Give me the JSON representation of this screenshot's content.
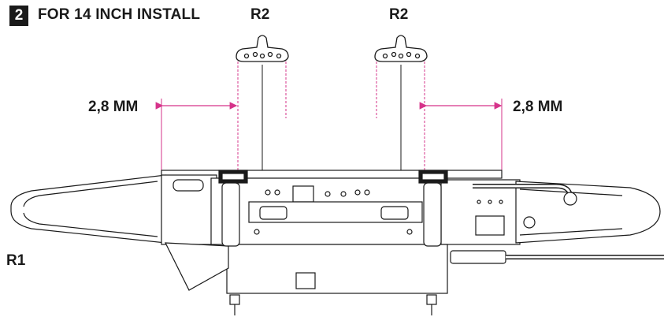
{
  "step": {
    "number": "2",
    "title": "FOR 14 INCH INSTALL"
  },
  "labels": {
    "r2_left": "R2",
    "r2_right": "R2",
    "dim_left": "2,8 MM",
    "dim_right": "2,8 MM",
    "r1": "R1"
  },
  "colors": {
    "ink": "#1a1a1a",
    "dimension": "#d6338a",
    "badge": "#1a1a1a"
  }
}
